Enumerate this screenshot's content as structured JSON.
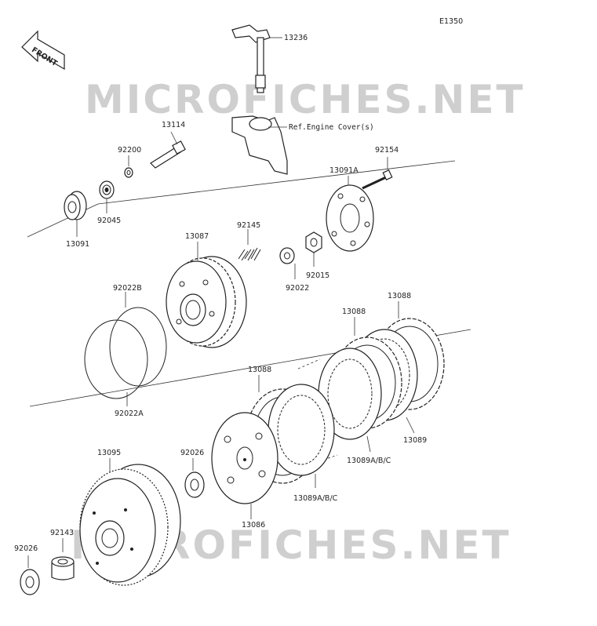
{
  "diagram_code": "E1350",
  "front_label": "FRONT",
  "watermark": "MICROFICHES.NET",
  "ref_note": "Ref.Engine Cover(s)",
  "colors": {
    "line": "#333333",
    "watermark": "#cfcfcf",
    "background": "#ffffff"
  },
  "labels": {
    "p13236": "13236",
    "p13114": "13114",
    "p92200": "92200",
    "p92154": "92154",
    "p13091A": "13091A",
    "p92045": "92045",
    "p13091": "13091",
    "p13087": "13087",
    "p92145": "92145",
    "p92015": "92015",
    "p92022": "92022",
    "p92022B": "92022B",
    "p13088a": "13088",
    "p13088b": "13088",
    "p13088c": "13088",
    "p92022A": "92022A",
    "p13089": "13089",
    "p13089ABC_a": "13089A/B/C",
    "p13089ABC_b": "13089A/B/C",
    "p13095": "13095",
    "p92026a": "92026",
    "p13086": "13086",
    "p92143": "92143",
    "p92026b": "92026"
  }
}
